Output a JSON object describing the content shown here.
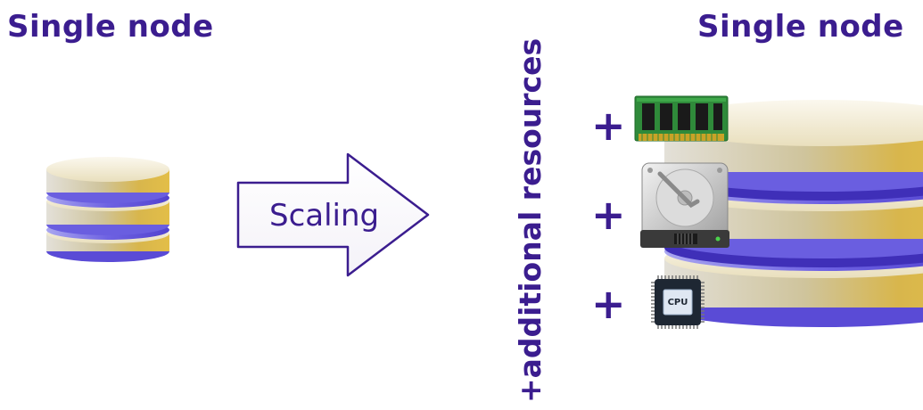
{
  "left": {
    "title": "Single node"
  },
  "right": {
    "title": "Single node"
  },
  "arrow": {
    "label": "Scaling"
  },
  "resources": {
    "label": "+additional resources",
    "plus_symbol": "+",
    "items": [
      {
        "icon": "ram-module-icon"
      },
      {
        "icon": "hard-drive-icon"
      },
      {
        "icon": "cpu-chip-icon",
        "chip_text": "CPU"
      }
    ]
  },
  "colors": {
    "title": "#3b1d8f",
    "disk_gold": "#d9b64a",
    "disk_purple": "#5b4bd8",
    "disk_top": "#f1ead4"
  }
}
